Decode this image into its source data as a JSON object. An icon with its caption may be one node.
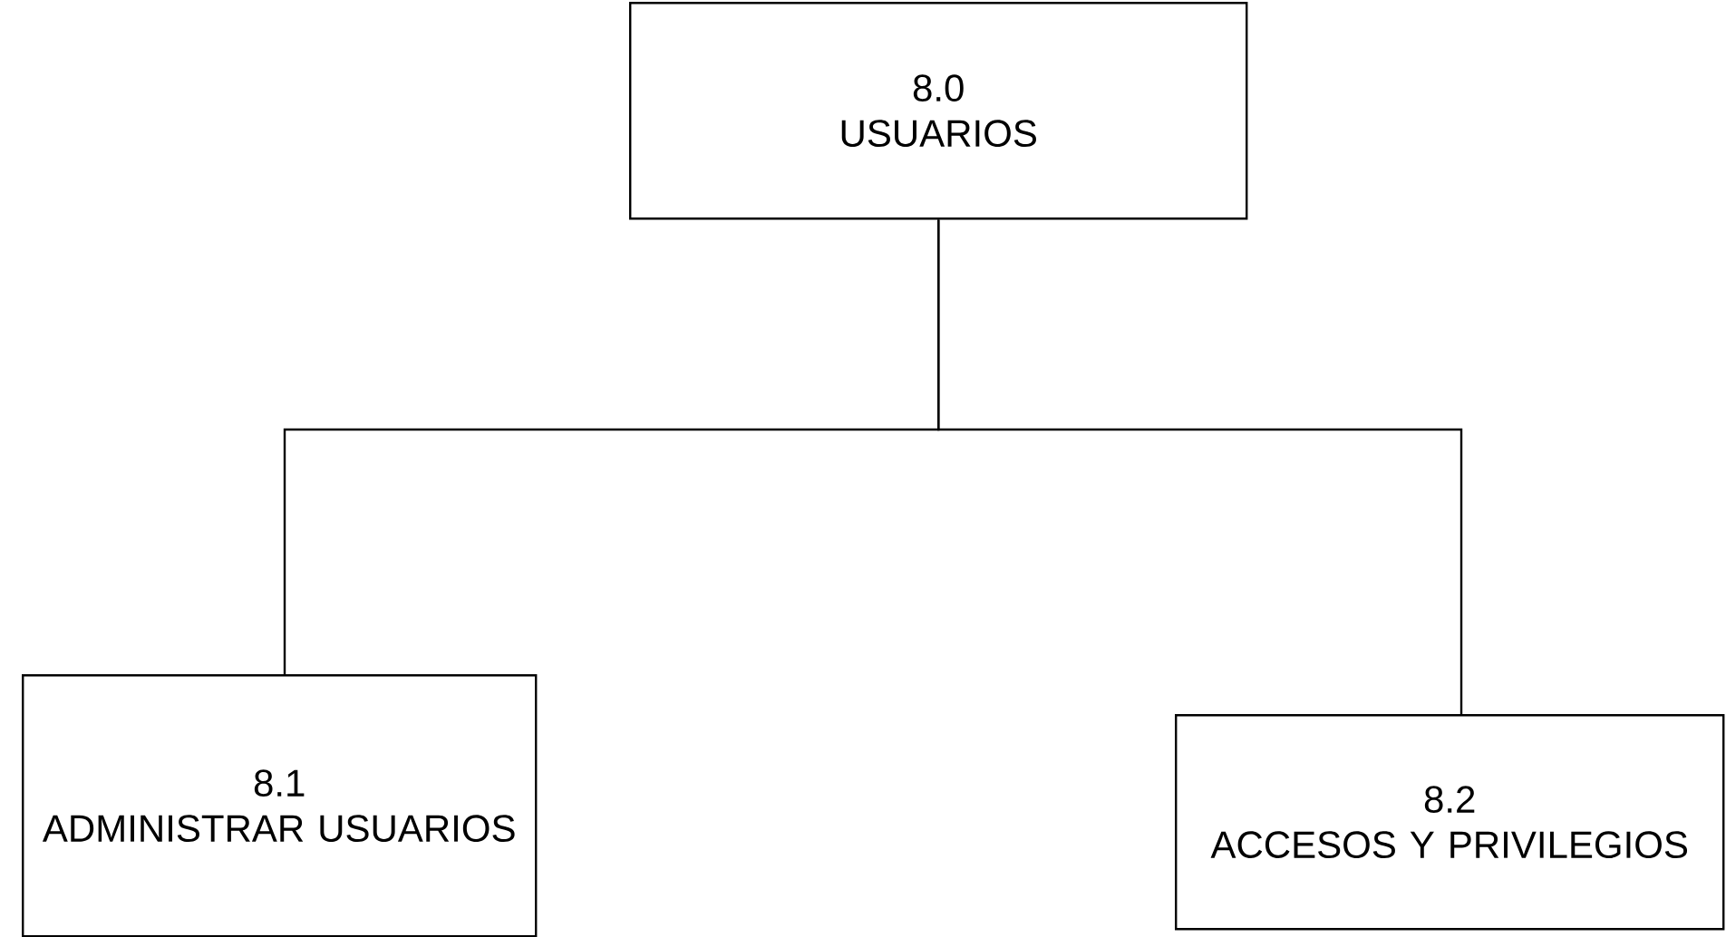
{
  "diagram": {
    "nodes": [
      {
        "text": [
          "8.0",
          "USUARIOS"
        ]
      },
      {
        "text": [
          "8.1",
          "ADMINISTRAR USUARIOS"
        ]
      },
      {
        "text": [
          "8.2",
          "ACCESOS Y PRIVILEGIOS"
        ]
      }
    ],
    "edges": [
      {
        "from": 0,
        "to": 1,
        "arrow": "none"
      },
      {
        "from": 0,
        "to": 2,
        "arrow": "none"
      }
    ]
  }
}
